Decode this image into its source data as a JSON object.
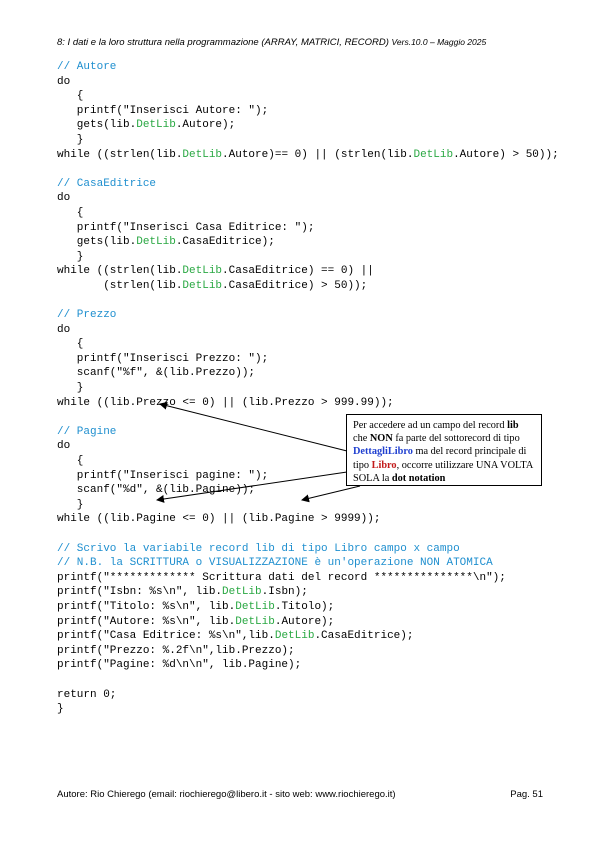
{
  "header": {
    "text": "8: I dati e la loro struttura nella programmazione (ARRAY, MATRICI, RECORD)",
    "version": "Vers.10.0 – Maggio 2025"
  },
  "code": [
    [
      [
        "c",
        "// Autore"
      ]
    ],
    [
      [
        "t",
        "do"
      ]
    ],
    [
      [
        "t",
        "   {"
      ]
    ],
    [
      [
        "t",
        "   printf(\"Inserisci Autore: \");"
      ]
    ],
    [
      [
        "t",
        "   gets(lib."
      ],
      [
        "g",
        "DetLib"
      ],
      [
        "t",
        ".Autore);"
      ]
    ],
    [
      [
        "t",
        "   }"
      ]
    ],
    [
      [
        "t",
        "while ((strlen(lib."
      ],
      [
        "g",
        "DetLib"
      ],
      [
        "t",
        ".Autore)== 0) || (strlen(lib."
      ],
      [
        "g",
        "DetLib"
      ],
      [
        "t",
        ".Autore) > 50));"
      ]
    ],
    [],
    [
      [
        "c",
        "// CasaEditrice"
      ]
    ],
    [
      [
        "t",
        "do"
      ]
    ],
    [
      [
        "t",
        "   {"
      ]
    ],
    [
      [
        "t",
        "   printf(\"Inserisci Casa Editrice: \");"
      ]
    ],
    [
      [
        "t",
        "   gets(lib."
      ],
      [
        "g",
        "DetLib"
      ],
      [
        "t",
        ".CasaEditrice);"
      ]
    ],
    [
      [
        "t",
        "   }"
      ]
    ],
    [
      [
        "t",
        "while ((strlen(lib."
      ],
      [
        "g",
        "DetLib"
      ],
      [
        "t",
        ".CasaEditrice) == 0) ||"
      ]
    ],
    [
      [
        "t",
        "       (strlen(lib."
      ],
      [
        "g",
        "DetLib"
      ],
      [
        "t",
        ".CasaEditrice) > 50));"
      ]
    ],
    [],
    [
      [
        "c",
        "// Prezzo"
      ]
    ],
    [
      [
        "t",
        "do"
      ]
    ],
    [
      [
        "t",
        "   {"
      ]
    ],
    [
      [
        "t",
        "   printf(\"Inserisci Prezzo: \");"
      ]
    ],
    [
      [
        "t",
        "   scanf(\"%f\", &(lib.Prezzo));"
      ]
    ],
    [
      [
        "t",
        "   }"
      ]
    ],
    [
      [
        "t",
        "while ((lib.Prezzo <= 0) || (lib.Prezzo > 999.99));"
      ]
    ],
    [],
    [
      [
        "c",
        "// Pagine"
      ]
    ],
    [
      [
        "t",
        "do"
      ]
    ],
    [
      [
        "t",
        "   {"
      ]
    ],
    [
      [
        "t",
        "   printf(\"Inserisci pagine: \");"
      ]
    ],
    [
      [
        "t",
        "   scanf(\"%d\", &(lib.Pagine));"
      ]
    ],
    [
      [
        "t",
        "   }"
      ]
    ],
    [
      [
        "t",
        "while ((lib.Pagine <= 0) || (lib.Pagine > 9999));"
      ]
    ],
    [],
    [
      [
        "c",
        "// Scrivo la variabile record lib di tipo Libro campo x campo"
      ]
    ],
    [
      [
        "c",
        "// N.B. la SCRITTURA o VISUALIZZAZIONE è un'operazione NON ATOMICA"
      ]
    ],
    [
      [
        "t",
        "printf(\"************* Scrittura dati del record ***************\\n\");"
      ]
    ],
    [
      [
        "t",
        "printf(\"Isbn: %s\\n\", lib."
      ],
      [
        "g",
        "DetLib"
      ],
      [
        "t",
        ".Isbn);"
      ]
    ],
    [
      [
        "t",
        "printf(\"Titolo: %s\\n\", lib."
      ],
      [
        "g",
        "DetLib"
      ],
      [
        "t",
        ".Titolo);"
      ]
    ],
    [
      [
        "t",
        "printf(\"Autore: %s\\n\", lib."
      ],
      [
        "g",
        "DetLib"
      ],
      [
        "t",
        ".Autore);"
      ]
    ],
    [
      [
        "t",
        "printf(\"Casa Editrice: %s\\n\",lib."
      ],
      [
        "g",
        "DetLib"
      ],
      [
        "t",
        ".CasaEditrice);"
      ]
    ],
    [
      [
        "t",
        "printf(\"Prezzo: %.2f\\n\",lib.Prezzo);"
      ]
    ],
    [
      [
        "t",
        "printf(\"Pagine: %d\\n\\n\", lib.Pagine);"
      ]
    ],
    [],
    [
      [
        "t",
        "return 0;"
      ]
    ],
    [
      [
        "t",
        "}"
      ]
    ]
  ],
  "callout": [
    [
      "t",
      "Per accedere ad un campo del record "
    ],
    [
      "b",
      "lib"
    ],
    [
      "t",
      " che "
    ],
    [
      "b",
      "NON"
    ],
    [
      "t",
      " fa parte del sottorecord di tipo "
    ],
    [
      "blue",
      "DettagliLibro"
    ],
    [
      "t",
      " ma del record principale di tipo "
    ],
    [
      "red",
      "Libro"
    ],
    [
      "t",
      ", occorre utilizzare UNA VOLTA SOLA la "
    ],
    [
      "b",
      "dot notation"
    ]
  ],
  "footer": {
    "author": "Autore: Rio Chierego  (email: riochierego@libero.it - sito web: www.riochierego.it)",
    "page": "Pag. 51"
  }
}
